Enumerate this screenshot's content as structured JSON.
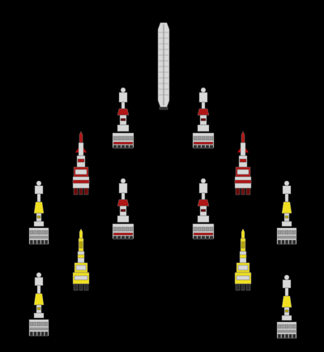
{
  "scene": {
    "background": "#000000"
  },
  "ships": [
    {
      "id": "flagship",
      "class": "dreadnought",
      "livery": "grey"
    },
    {
      "id": "escort-left-upper",
      "class": "corvette",
      "livery": "red-trim"
    },
    {
      "id": "escort-right-upper",
      "class": "corvette",
      "livery": "red-trim"
    },
    {
      "id": "frigate-left",
      "class": "frigate",
      "livery": "red"
    },
    {
      "id": "frigate-right",
      "class": "frigate",
      "livery": "red"
    },
    {
      "id": "escort-left-lower",
      "class": "corvette",
      "livery": "red-trim"
    },
    {
      "id": "escort-right-lower",
      "class": "corvette",
      "livery": "red-trim"
    },
    {
      "id": "scout-left-upper",
      "class": "scout",
      "livery": "yellow-trim"
    },
    {
      "id": "scout-right-upper",
      "class": "scout",
      "livery": "yellow-trim"
    },
    {
      "id": "cruiser-left",
      "class": "cruiser",
      "livery": "yellow"
    },
    {
      "id": "cruiser-right",
      "class": "cruiser",
      "livery": "yellow"
    },
    {
      "id": "scout-left-lower",
      "class": "scout",
      "livery": "yellow-trim"
    },
    {
      "id": "scout-right-lower",
      "class": "scout",
      "livery": "yellow-trim"
    }
  ],
  "colors": {
    "hull": "#d8d8d8",
    "hull_shadow": "#9a9a9a",
    "outline": "#6e6e6e",
    "red": "#b01616",
    "dark_red": "#6a0a0a",
    "yellow": "#f0e020",
    "dark_yellow": "#b8a800",
    "engine": "#2a2a2a"
  }
}
